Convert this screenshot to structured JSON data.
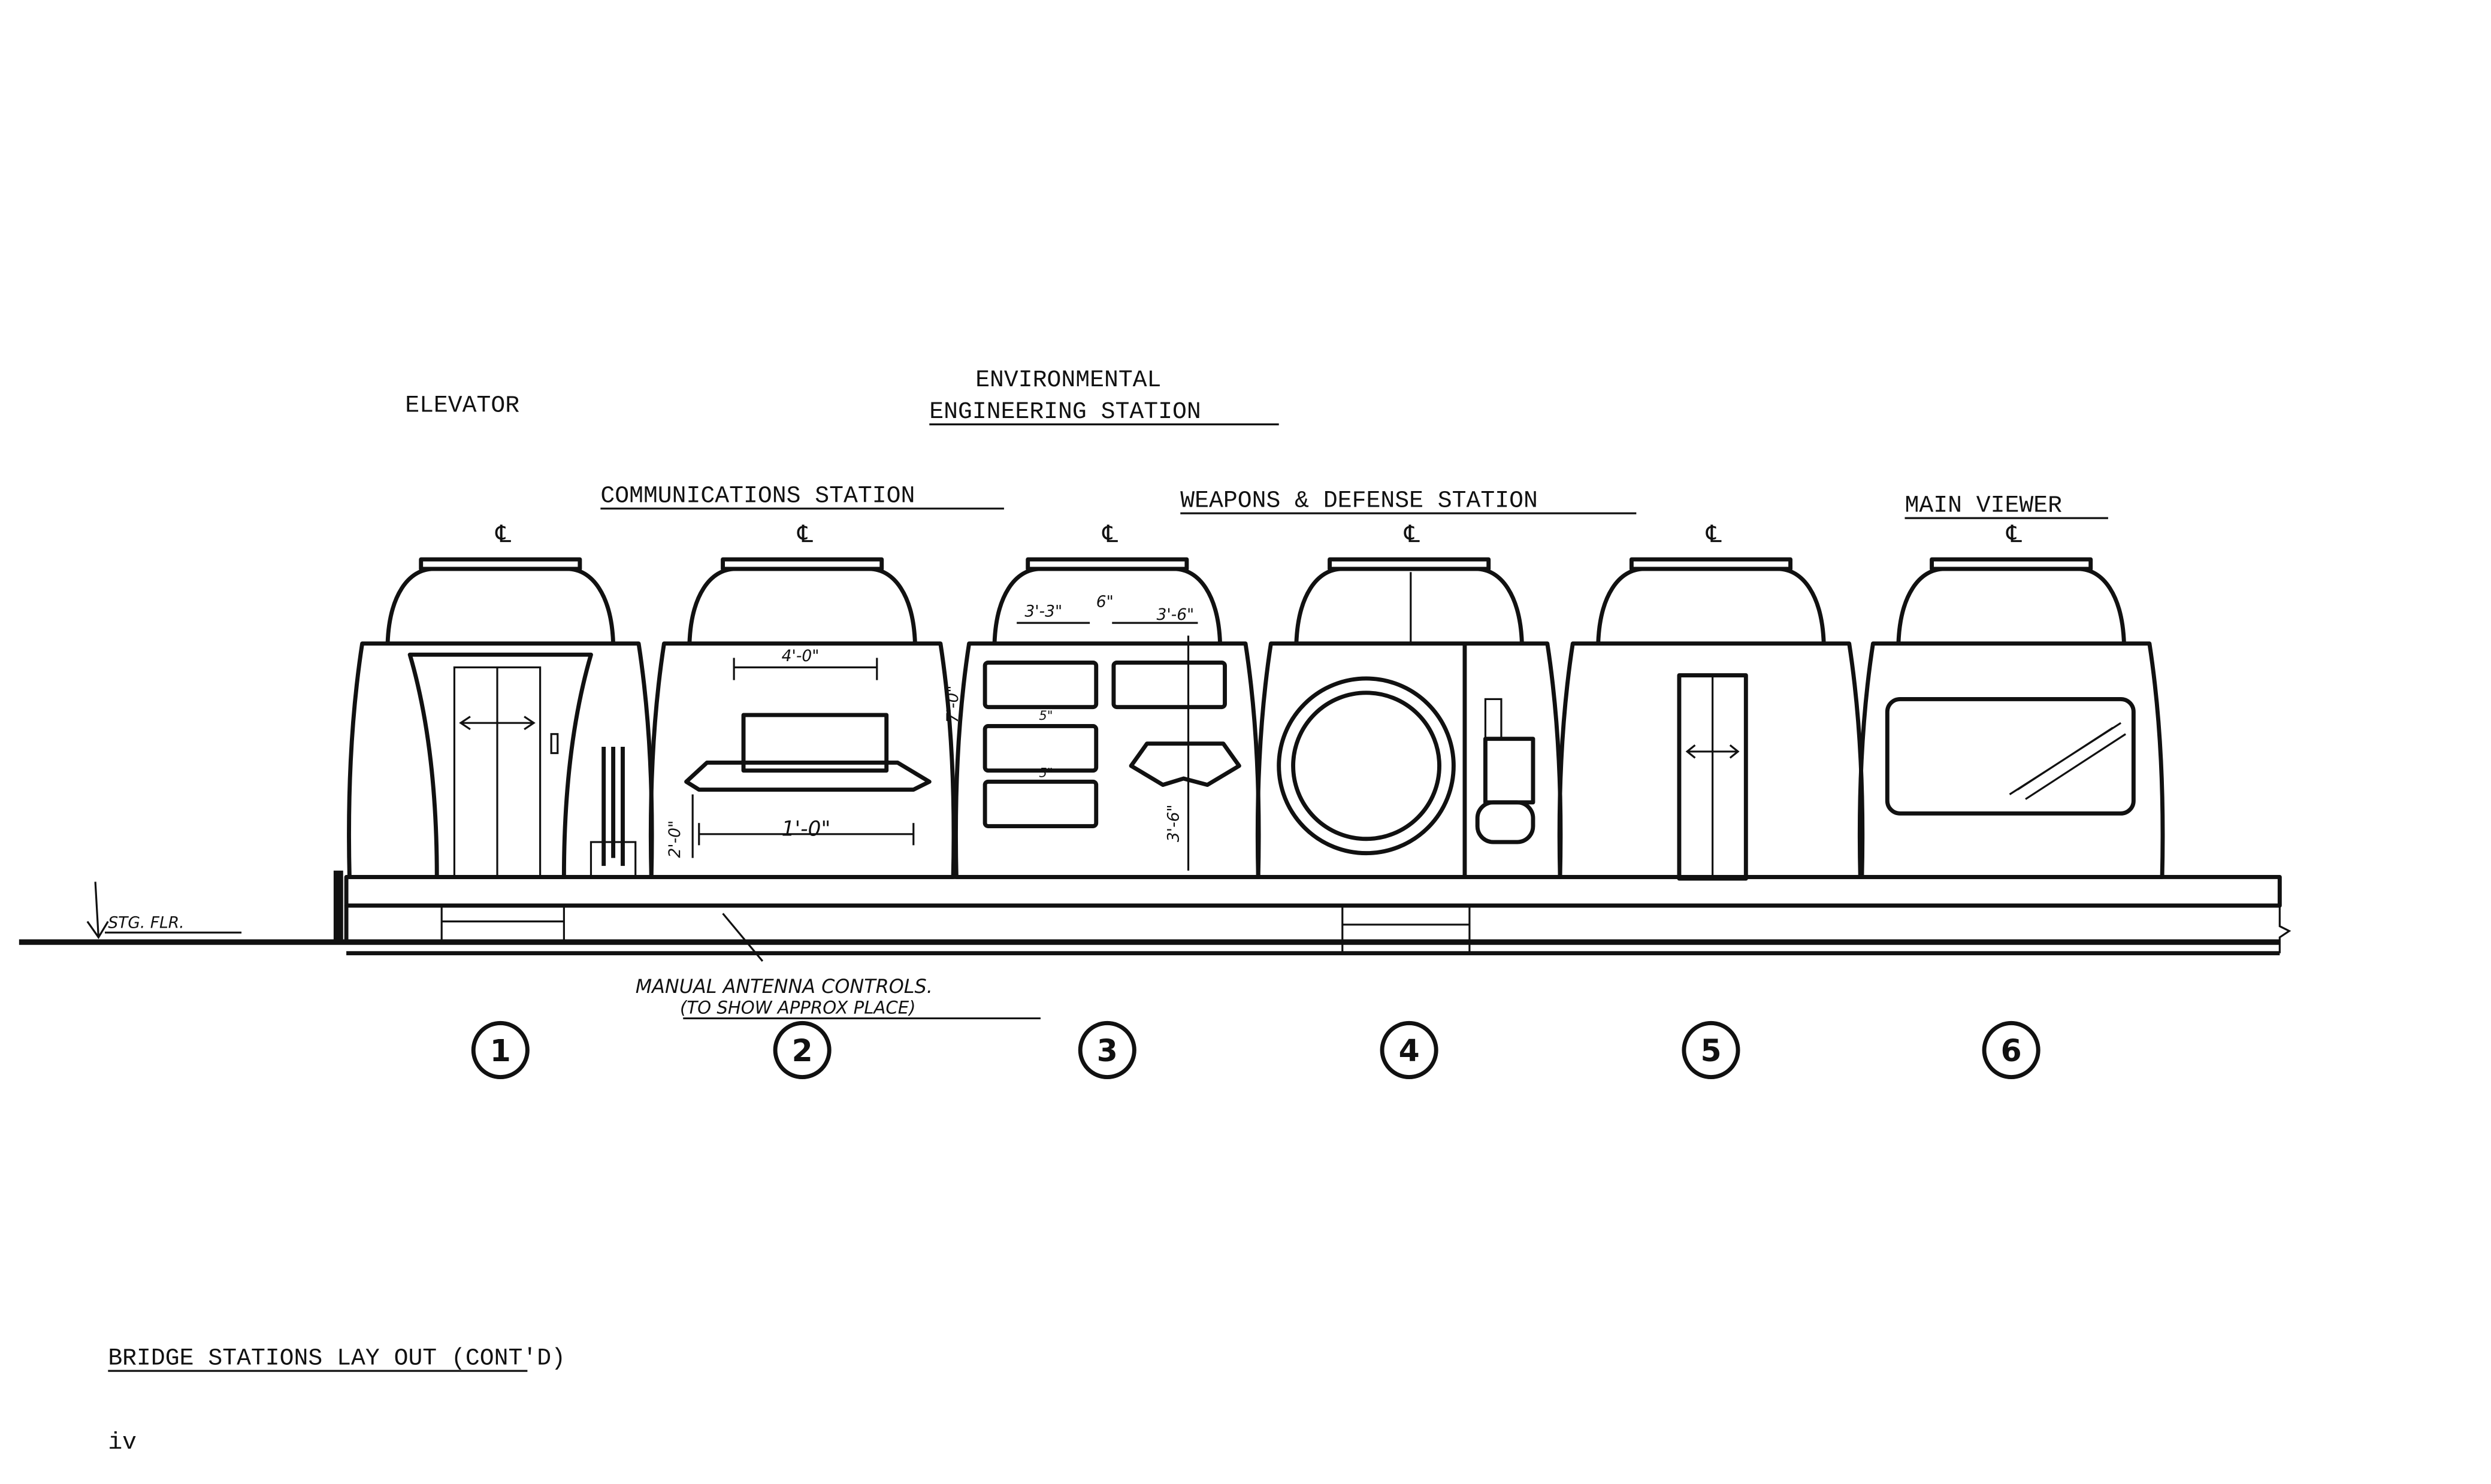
{
  "labels": {
    "elevator": "ELEVATOR",
    "environmental_1": "ENVIRONMENTAL",
    "environmental_2": "ENGINEERING STATION",
    "communications": "COMMUNICATIONS STATION",
    "weapons": "WEAPONS & DEFENSE STATION",
    "main_viewer": "MAIN VIEWER",
    "centerline": "℄",
    "stage_floor": "STG. FLR.",
    "antenna_1": "MANUAL ANTENNA CONTROLS.",
    "antenna_2": "(TO SHOW APPROX PLACE)",
    "caption": "BRIDGE STATIONS LAY OUT (CONT'D)",
    "page_number": "iv"
  },
  "stations": [
    {
      "number": "1"
    },
    {
      "number": "2"
    },
    {
      "number": "3"
    },
    {
      "number": "4"
    },
    {
      "number": "5"
    },
    {
      "number": "6"
    }
  ],
  "dimensions": {
    "comm_width": "4'-0\"",
    "comm_console": "1'-0\"",
    "comm_height": "2'-0\"",
    "env_left": "3'-3\"",
    "env_gap": "6\"",
    "env_right": "3'-6\"",
    "env_height": "7'-0\"",
    "env_console": "3'-6\"",
    "env_space_1": "5\"",
    "env_space_2": "5\""
  },
  "colors": {
    "ink": "#111111",
    "paper": "#ffffff"
  }
}
